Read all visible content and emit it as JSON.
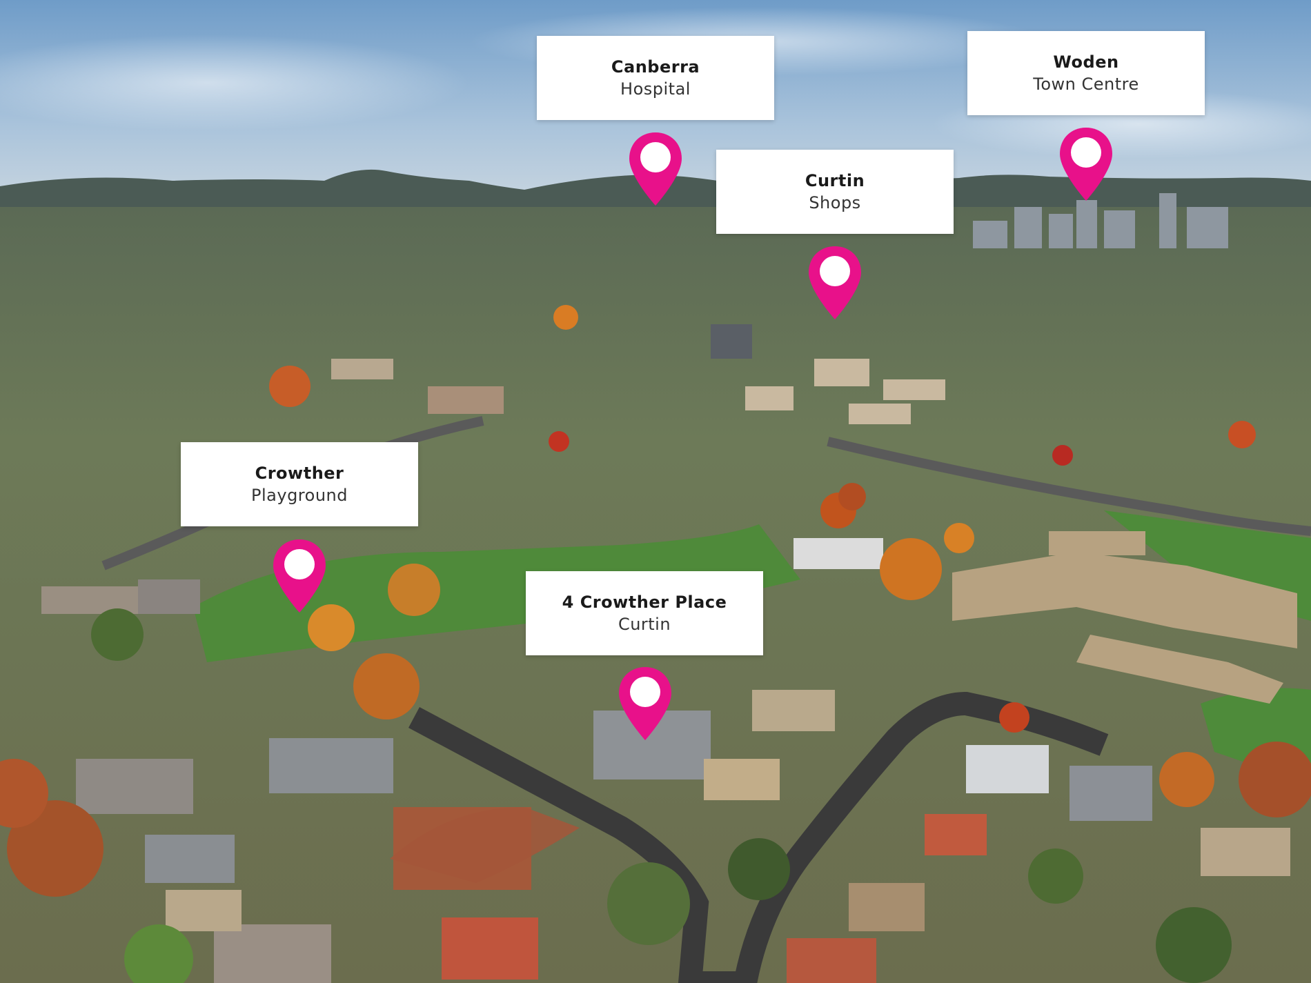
{
  "markers": [
    {
      "id": "canberra-hospital",
      "line1": "Canberra",
      "line2": "Hospital"
    },
    {
      "id": "woden-town-centre",
      "line1": "Woden",
      "line2": "Town Centre"
    },
    {
      "id": "curtin-shops",
      "line1": "Curtin",
      "line2": "Shops"
    },
    {
      "id": "crowther-playground",
      "line1": "Crowther",
      "line2": "Playground"
    },
    {
      "id": "property",
      "line1": "4 Crowther Place",
      "line2": "Curtin"
    }
  ],
  "colors": {
    "pin": "#e8118a",
    "label_bg": "#ffffff",
    "sky": "#8fb4d6",
    "grass": "#4f8a3a"
  }
}
